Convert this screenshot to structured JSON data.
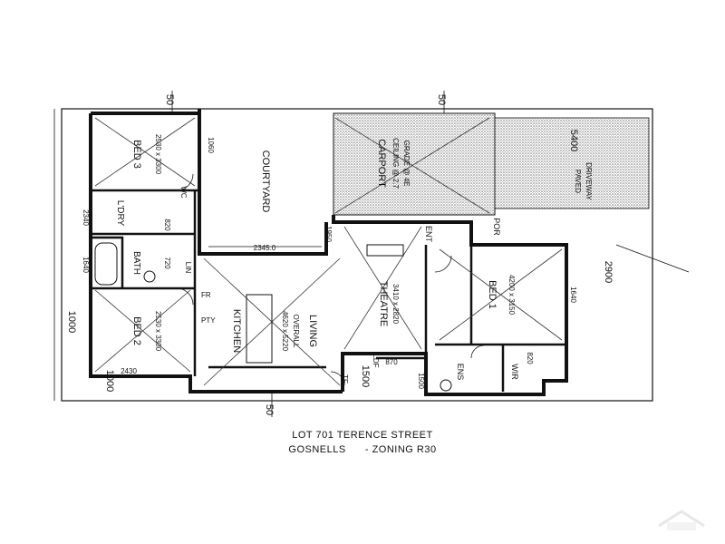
{
  "rooms": {
    "bed3": {
      "name": "BED 3",
      "size": "2530 x 3300"
    },
    "bed2": {
      "name": "BED 2",
      "size": "2530 x 3300"
    },
    "bed1": {
      "name": "BED 1",
      "size": "4200 x 3150"
    },
    "courtyard": "COURTYARD",
    "carport": {
      "name": "CARPORT",
      "line1": "CEILING @ 2.7",
      "line2": "GRADE @ 4E"
    },
    "driveway": {
      "line1": "PAVED",
      "line2": "DRIVEWAY"
    },
    "theatre": {
      "name": "THEATRE",
      "size": "3410 x 2820"
    },
    "living": {
      "name": "LIVING",
      "size": "4620 x 5220",
      "note": "OVERALL"
    },
    "kitchen": "KITCHEN",
    "ldry": "L'DRY",
    "bath": "BATH",
    "ens": "ENS",
    "wir": "WIR",
    "por": "POR",
    "ent": "ENT",
    "wc": "WC",
    "fr": "FR",
    "pty": "PTY",
    "lin": "LIN",
    "ldf": "LDF",
    "tf": "TF"
  },
  "dimensions": {
    "top_left": "50",
    "top_mid": "50",
    "bottom_mid": "50",
    "right_upper": "5400",
    "right_lower": "2900",
    "left_side": "1000",
    "bottom_left": "1000",
    "courtyard_width": "2345.0",
    "bath_w1": "820",
    "bath_w2": "720",
    "dim_2340": "2340",
    "dim_1640": "1640",
    "dim_1060": "1060",
    "dim_1640r": "1640",
    "dim_1500": "1500",
    "dim_820": "820",
    "dim_1500d": "1500",
    "dim_2430": "2430",
    "dim_870": "870",
    "dim_1950": "1950"
  },
  "caption": {
    "line1": "LOT 701 TERENCE STREET",
    "line2_left": "GOSNELLS",
    "line2_right": "- ZONING R30"
  },
  "colors": {
    "ink": "#111111",
    "hatch": "#9a9a9a"
  }
}
